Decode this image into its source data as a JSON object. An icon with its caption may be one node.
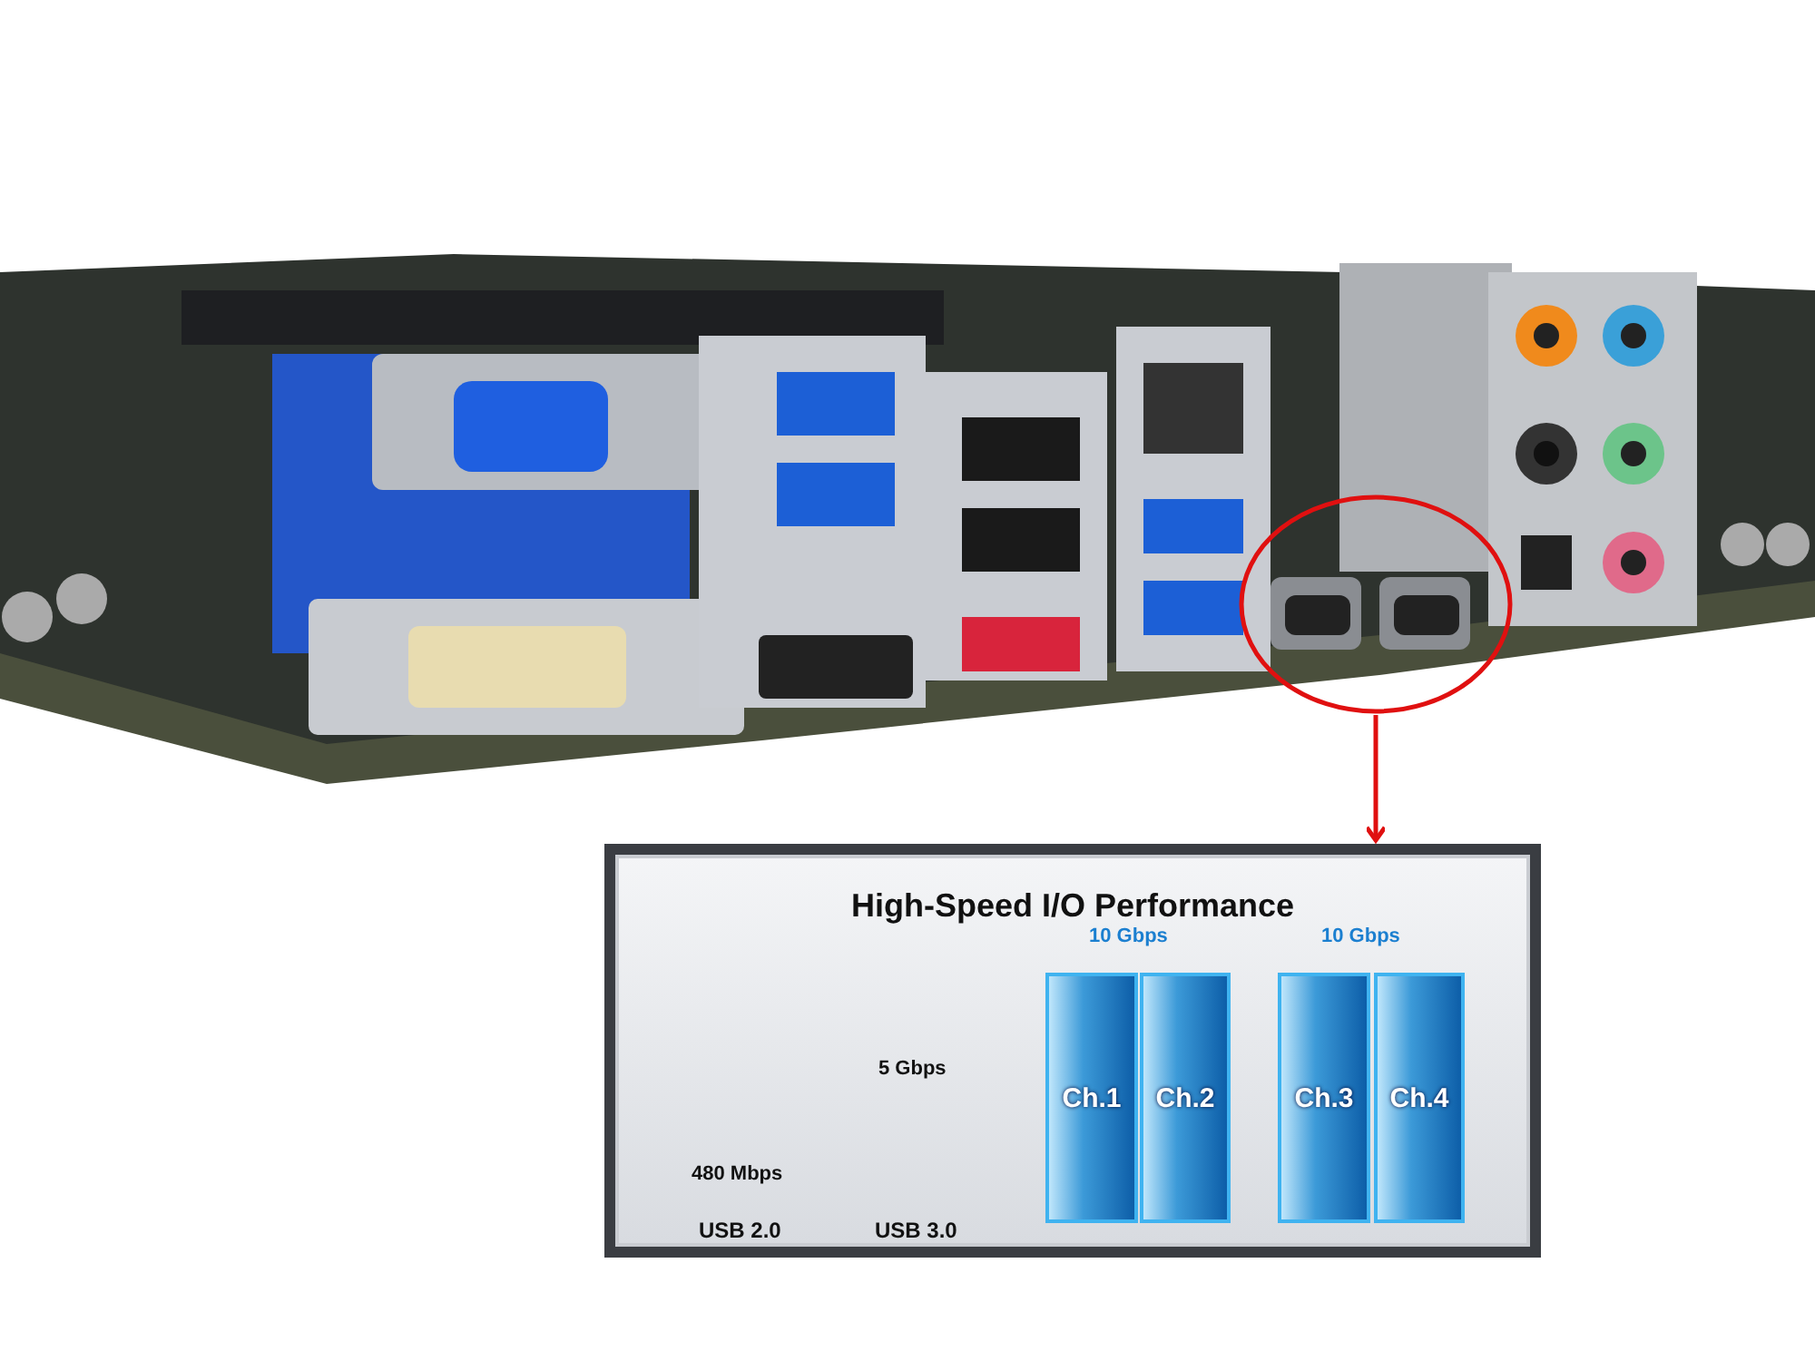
{
  "diagram": {
    "nodes": [
      {
        "text": [],
        "shape": "circle"
      },
      {
        "text": [
          "High-Speed I/O Performance"
        ]
      },
      {
        "text": [
          "Ch.1"
        ],
        "in": 1
      },
      {
        "text": [
          "Ch.2"
        ],
        "in": 1
      },
      {
        "text": [
          "Ch.3"
        ],
        "in": 1
      },
      {
        "text": [
          "Ch.4"
        ],
        "in": 1
      }
    ],
    "edges": [
      {
        "from": 0,
        "to": 1,
        "arrow": "to",
        "color": "#e01010"
      }
    ],
    "labels": [
      "10 Gbps",
      "10 Gbps",
      "5 Gbps",
      "480 Mbps",
      "USB 2.0",
      "USB 3.0"
    ]
  }
}
